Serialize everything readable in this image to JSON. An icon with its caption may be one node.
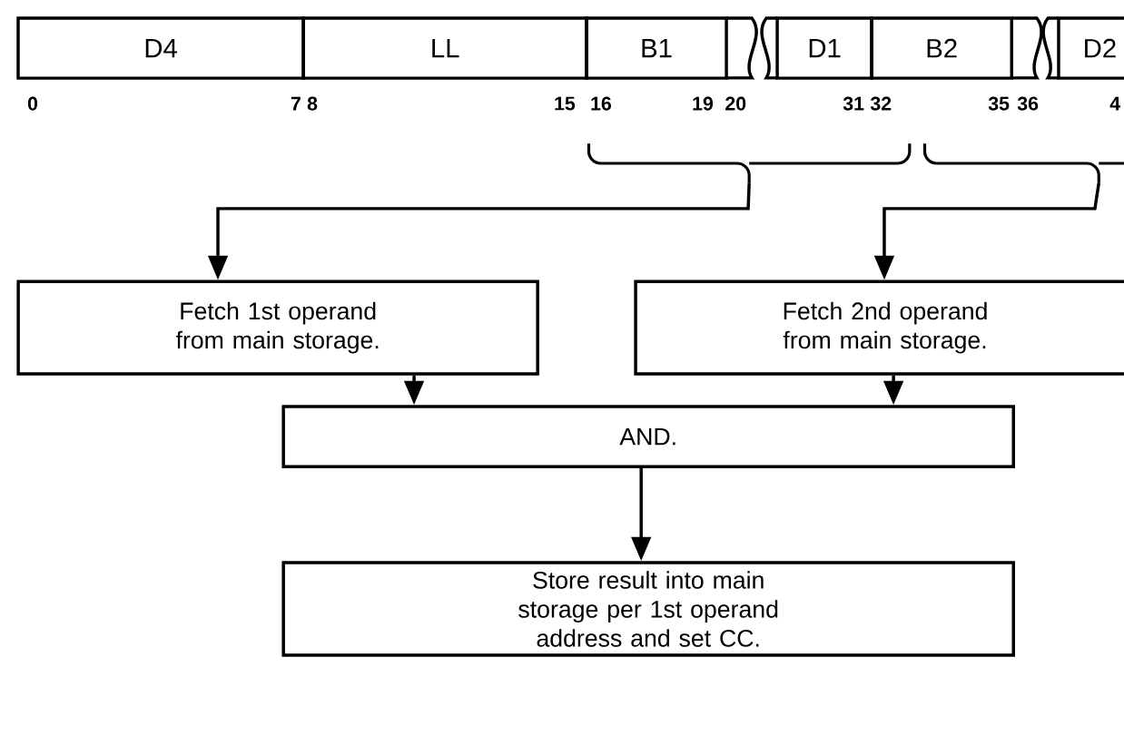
{
  "diagram": {
    "nodes": [
      {
        "text": [
          "D4"
        ]
      },
      {
        "text": [
          "LL"
        ]
      },
      {
        "text": [
          "B1"
        ]
      },
      {
        "text": [
          "D1"
        ]
      },
      {
        "text": [
          "B2"
        ]
      },
      {
        "text": [
          "D2"
        ]
      },
      {
        "text": [],
        "shape": "brace"
      },
      {
        "text": [],
        "shape": "brace"
      },
      {
        "text": [
          "Fetch 1st operand from main storage."
        ]
      },
      {
        "text": [
          "Fetch 2nd operand from main storage."
        ]
      },
      {
        "text": [
          "AND."
        ]
      },
      {
        "text": [
          "Store result into main storage per 1st operand address and set CC."
        ]
      }
    ],
    "edges": [
      {
        "from": 6,
        "to": 8,
        "arrow": "to"
      },
      {
        "from": 7,
        "to": 9,
        "arrow": "to"
      },
      {
        "from": 8,
        "to": 10,
        "arrow": "to"
      },
      {
        "from": 9,
        "to": 10,
        "arrow": "to"
      },
      {
        "from": 10,
        "to": 11,
        "arrow": "to"
      }
    ],
    "labels": [
      "0",
      "7",
      "8",
      "15",
      "16",
      "19",
      "20",
      "31",
      "32",
      "35",
      "36",
      "4"
    ]
  }
}
